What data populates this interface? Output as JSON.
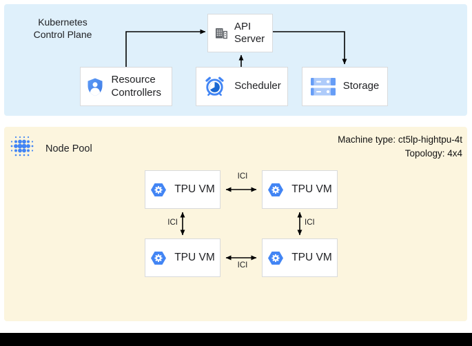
{
  "control_plane": {
    "title_line1": "Kubernetes",
    "title_line2": "Control Plane",
    "api_server": {
      "label": "API Server"
    },
    "resource_controllers": {
      "label": "Resource Controllers"
    },
    "scheduler": {
      "label": "Scheduler"
    },
    "storage": {
      "label": "Storage"
    }
  },
  "node_pool": {
    "title": "Node Pool",
    "machine_type": "Machine type: ct5lp-hightpu-4t",
    "topology": "Topology: 4x4",
    "tpu_vms": [
      {
        "label": "TPU VM"
      },
      {
        "label": "TPU VM"
      },
      {
        "label": "TPU VM"
      },
      {
        "label": "TPU VM"
      }
    ],
    "ici_links": [
      {
        "label": "ICI"
      },
      {
        "label": "ICI"
      },
      {
        "label": "ICI"
      },
      {
        "label": "ICI"
      }
    ]
  },
  "icons": {
    "api_server": "buildings-icon",
    "resource_controllers": "shield-user-icon",
    "scheduler": "alarm-clock-icon",
    "storage": "stacked-disks-icon",
    "node_pool": "dot-grid-icon",
    "tpu_vm": "gke-hexagon-gear-icon"
  },
  "colors": {
    "control_plane_bg": "#DFF0FB",
    "node_pool_bg": "#FCF5DE",
    "google_blue": "#4285F4",
    "light_blue": "#AECBFA",
    "dark_blue": "#1967D2",
    "icon_gray": "#5F6368",
    "box_border": "#D8DADC",
    "arrow": "#000000"
  }
}
